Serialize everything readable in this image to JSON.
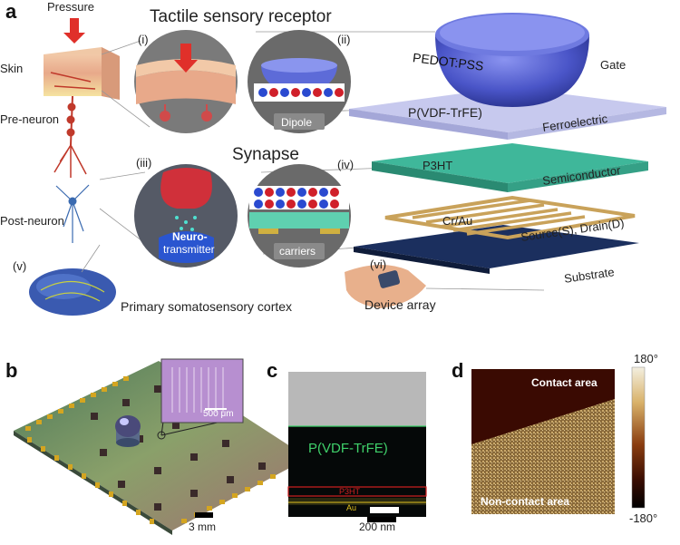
{
  "panel_a": {
    "letter": "a",
    "pressure": "Pressure",
    "title": "Tactile sensory receptor",
    "synapse": "Synapse",
    "skin": "Skin",
    "pre_neuron": "Pre-neuron",
    "post_neuron": "Post-neuron",
    "cortex": "Primary somatosensory cortex",
    "roman_i": "(i)",
    "roman_ii": "(ii)",
    "roman_iii": "(iii)",
    "roman_iv": "(iv)",
    "roman_v": "(v)",
    "roman_vi": "(vi)",
    "dipole": "Dipole",
    "neuro": "Neuro-",
    "transmitter": "transmitter",
    "carriers": "carriers",
    "device_array": "Device array",
    "layers": {
      "gate_material": "PEDOT:PSS",
      "gate": "Gate",
      "ferro_material": "P(VDF-TrFE)",
      "ferro": "Ferroelectric",
      "semi_material": "P3HT",
      "semi": "Semiconductor",
      "electrode_material": "Cr/Au",
      "electrode": "Source(S), Drain(D)",
      "substrate": "Substrate"
    }
  },
  "panel_b": {
    "letter": "b",
    "inset_scale": "500 μm",
    "scale": "3 mm"
  },
  "panel_c": {
    "letter": "c",
    "layer_pvdf": "P(VDF-TrFE)",
    "layer_p3ht": "P3HT",
    "layer_au": "Au",
    "scale": "200 nm"
  },
  "panel_d": {
    "letter": "d",
    "contact": "Contact area",
    "non_contact": "Non-contact area",
    "cbar_max": "180°",
    "cbar_min": "-180°"
  },
  "colors": {
    "gate_blue": "#4a55c8",
    "ferro_lavender": "#c7c9ee",
    "semi_green": "#3fb79a",
    "electrode_gold": "#c9a25a",
    "substrate_navy": "#1b2f5e",
    "pressure_red": "#e0302a",
    "p3ht_red": "#d02020",
    "au_yellow": "#e0c020",
    "pvdf_green": "#3fd06a"
  }
}
